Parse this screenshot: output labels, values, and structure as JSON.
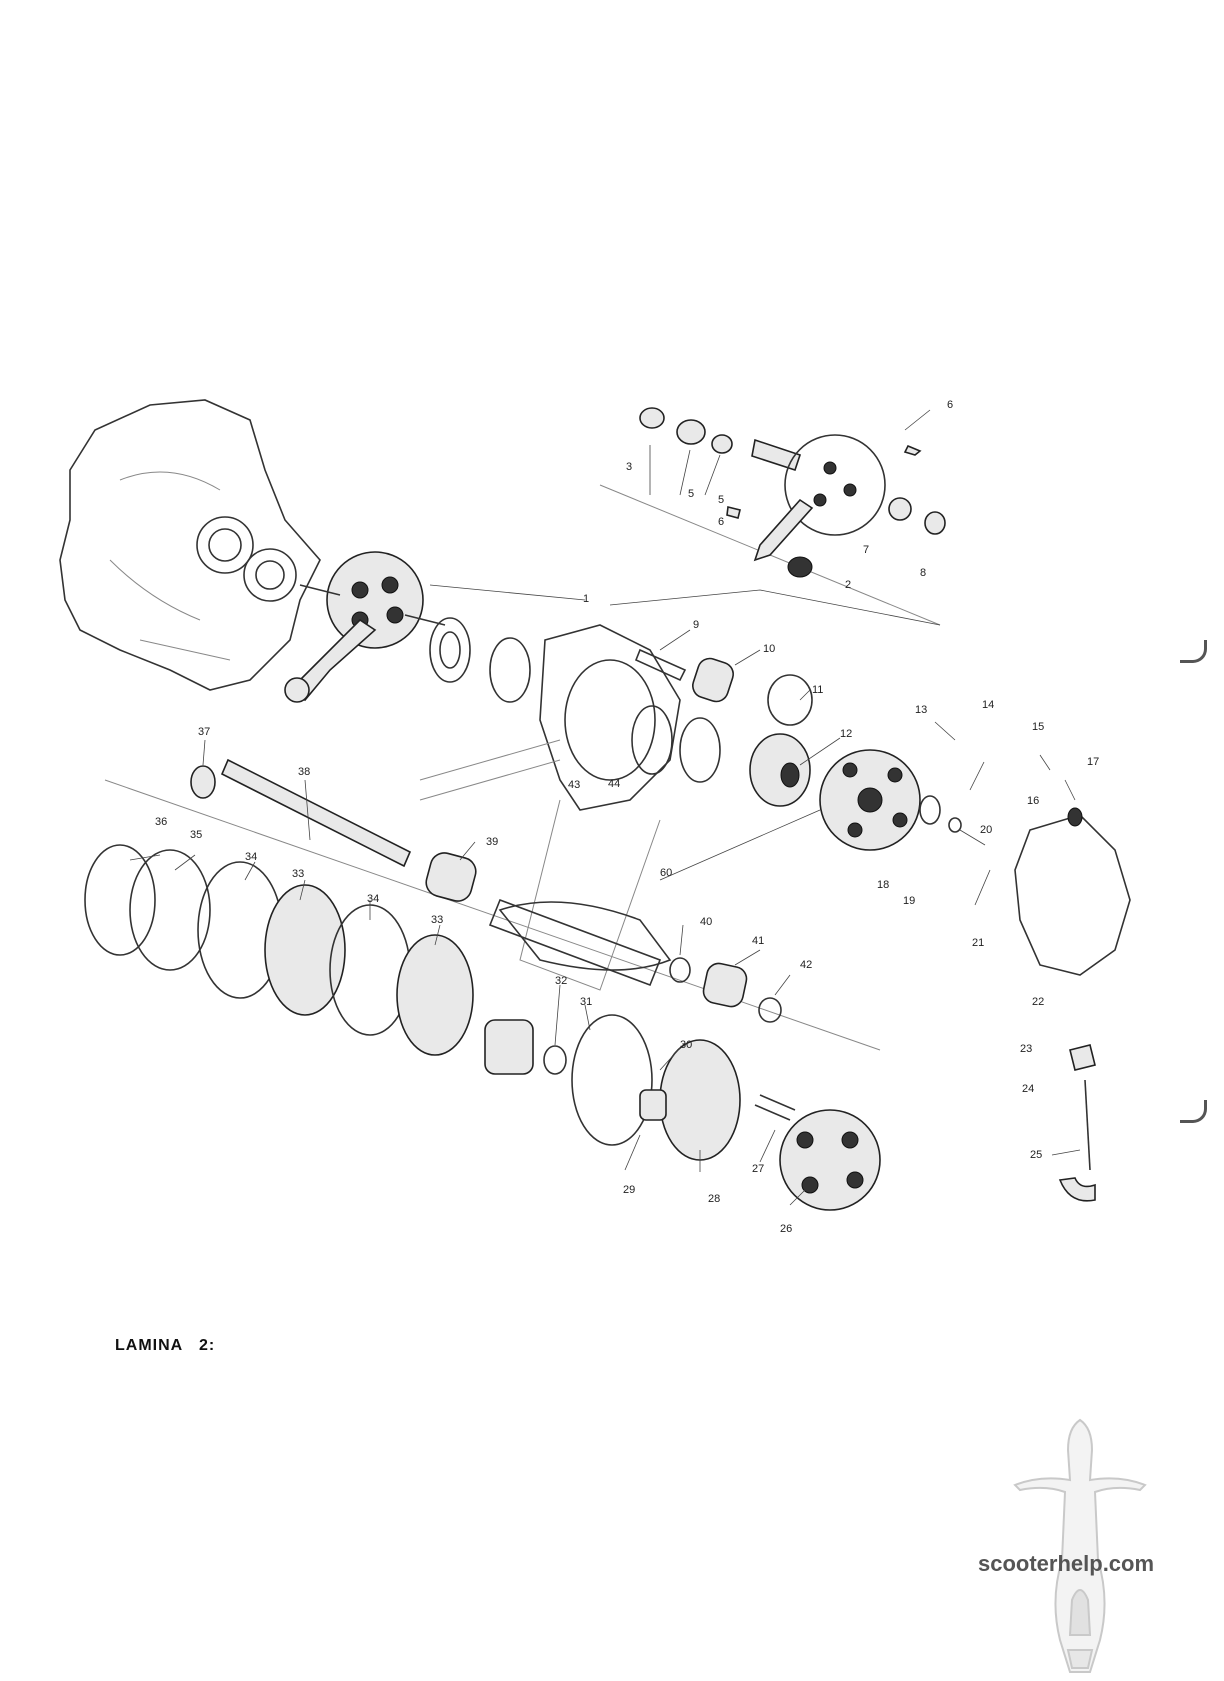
{
  "caption": "LAMINA   2:",
  "brand": "scooterhelp.com",
  "watermark_icon": "scooter-icon",
  "callouts": [
    "1",
    "2",
    "3",
    "5",
    "5",
    "6",
    "6",
    "7",
    "8",
    "9",
    "10",
    "11",
    "12",
    "13",
    "14",
    "15",
    "16",
    "17",
    "18",
    "19",
    "20",
    "21",
    "22",
    "23",
    "24",
    "25",
    "26",
    "27",
    "28",
    "29",
    "30",
    "31",
    "32",
    "33",
    "33",
    "34",
    "34",
    "35",
    "36",
    "37",
    "38",
    "39",
    "40",
    "41",
    "42",
    "43",
    "44",
    "60"
  ]
}
